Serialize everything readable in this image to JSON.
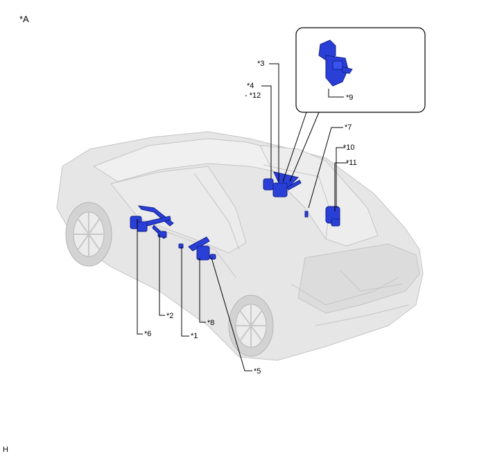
{
  "view_label": "*A",
  "footer_code": "H",
  "colors": {
    "part": "#2a3fd6",
    "part_dark": "#13208f",
    "car_fill": "#e4e4e4",
    "car_line": "#bdbdbd",
    "leader": "#000000"
  },
  "callouts": {
    "c1": "*1",
    "c2": "*2",
    "c3": "*3",
    "c4": "*4",
    "c12": "- *12",
    "c5": "*5",
    "c6": "*6",
    "c7": "*7",
    "c8": "*8",
    "c9": "*9",
    "c10": "*10",
    "c11": "*11"
  }
}
